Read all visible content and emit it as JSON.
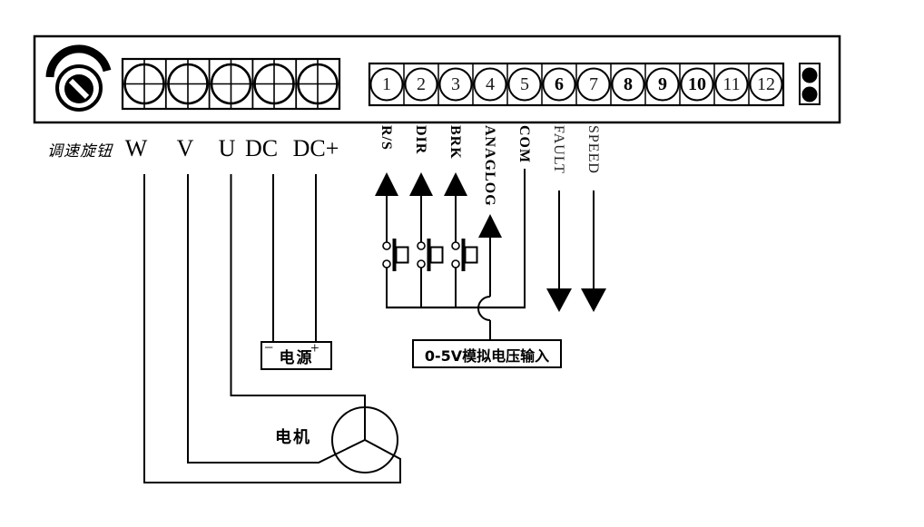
{
  "diagram": {
    "title_semantic": "motor-driver-terminal-wiring-diagram",
    "panel": {
      "knob": {
        "label": "调速旋钮",
        "icon": "speed-knob-icon"
      },
      "power_terminals": {
        "labels": [
          "W",
          "V",
          "U",
          "DC",
          "DC+"
        ]
      },
      "signal_terminals": {
        "numbers": [
          "1",
          "2",
          "3",
          "4",
          "5",
          "6",
          "7",
          "8",
          "9",
          "10",
          "11",
          "12"
        ],
        "bold_numbers": [
          "6",
          "8",
          "9",
          "10"
        ]
      },
      "indicator_leds": {
        "count": 2,
        "icon": "led-dot-icon"
      }
    },
    "signals": [
      {
        "label": "R/S",
        "bold": true,
        "arrow": "up",
        "switch": true
      },
      {
        "label": "DIR",
        "bold": true,
        "arrow": "up",
        "switch": true
      },
      {
        "label": "BRK",
        "bold": true,
        "arrow": "up",
        "switch": true
      },
      {
        "label": "ANAGLOG",
        "bold": true,
        "arrow": "up",
        "switch": false
      },
      {
        "label": "COM",
        "bold": true,
        "arrow": "none",
        "switch": false
      },
      {
        "label": "FAULT",
        "bold": false,
        "arrow": "down",
        "switch": false
      },
      {
        "label": "SPEED",
        "bold": false,
        "arrow": "down",
        "switch": false
      }
    ],
    "power_box": {
      "minus": "−",
      "label": "电源",
      "plus": "+"
    },
    "analog_box": {
      "label": "0-5V模拟电压输入"
    },
    "motor": {
      "label": "电机",
      "icon": "three-phase-motor-icon"
    },
    "colors": {
      "line": "#000000",
      "background": "#ffffff"
    }
  }
}
